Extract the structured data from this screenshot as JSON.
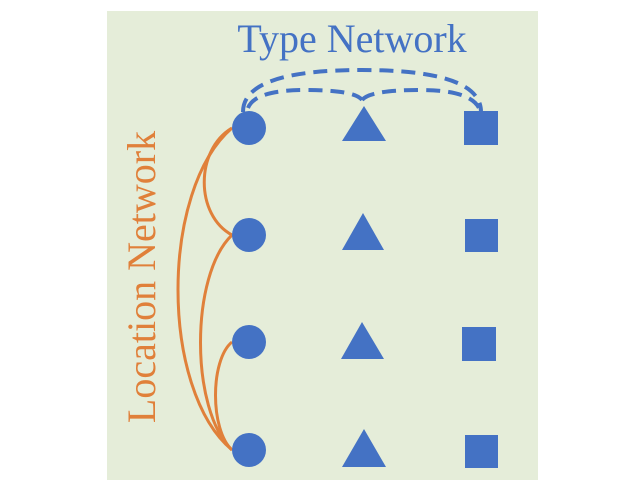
{
  "type_network": {
    "label": "Type Network",
    "color": "#4472c4"
  },
  "location_network": {
    "label": "Location Network",
    "color": "#e0803a"
  },
  "panel": {
    "background": "#e5edd9"
  },
  "shapes": {
    "columns": [
      "circle",
      "triangle",
      "square"
    ],
    "rows": 4,
    "fill": "#4472c4"
  }
}
